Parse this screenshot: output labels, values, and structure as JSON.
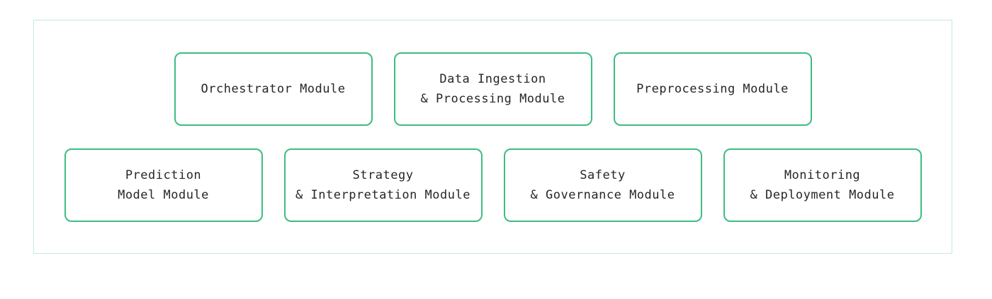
{
  "diagram": {
    "colors": {
      "outer_border": "#c2ebe1",
      "node_border": "#3dbd80",
      "text": "#262626",
      "background": "#ffffff"
    },
    "rows": [
      {
        "nodes": [
          {
            "id": "orchestrator",
            "label": "Orchestrator Module"
          },
          {
            "id": "data-ingestion-processing",
            "label": "Data Ingestion\n& Processing Module"
          },
          {
            "id": "preprocessing",
            "label": "Preprocessing Module"
          }
        ]
      },
      {
        "nodes": [
          {
            "id": "prediction-model",
            "label": "Prediction\nModel Module"
          },
          {
            "id": "strategy-interpretation",
            "label": "Strategy\n& Interpretation Module"
          },
          {
            "id": "safety-governance",
            "label": "Safety\n& Governance Module"
          },
          {
            "id": "monitoring-deployment",
            "label": "Monitoring\n& Deployment Module"
          }
        ]
      }
    ]
  }
}
